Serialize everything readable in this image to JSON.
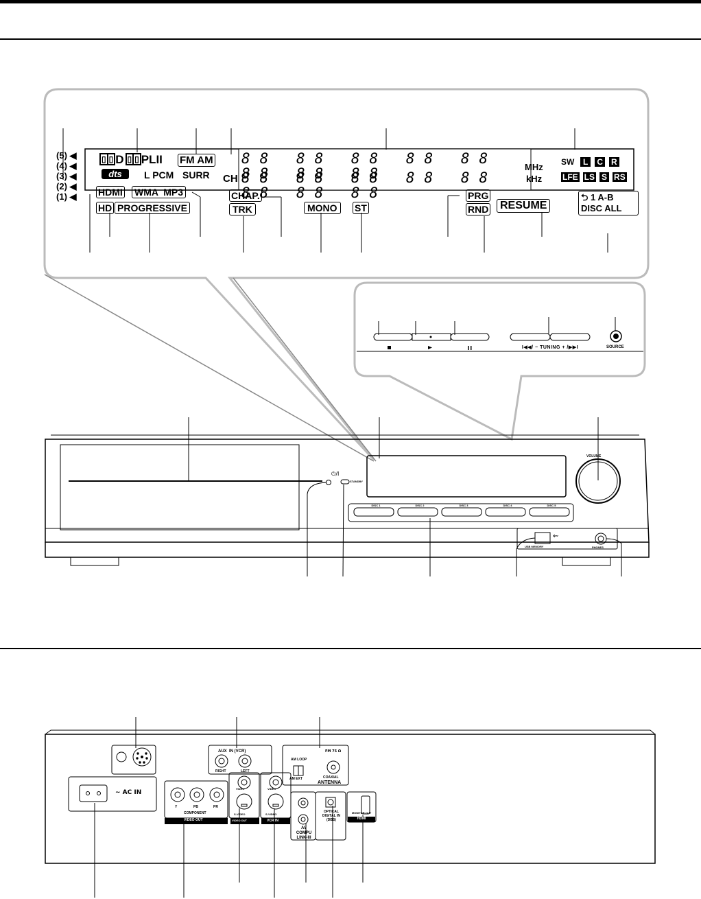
{
  "display": {
    "ind_digits": [
      "5",
      "4",
      "3",
      "2",
      "1"
    ],
    "dolby_d": "D",
    "dolby_pl": "PL",
    "dolby_pl_suffix": "II",
    "dts": "dts",
    "fm_am": "FM AM",
    "lpcm": "L PCM",
    "surr": "SURR",
    "ch": "CH",
    "hdmi": "HDMI",
    "wma_mp3": "WMA  MP3",
    "hd": "HD",
    "progressive": "PROGRESSIVE",
    "chap": "CHAP.",
    "trk": "TRK",
    "mono": "MONO",
    "st": "ST",
    "prg": "PRG",
    "rnd": "RND",
    "resume": "RESUME",
    "mhz": "MHz",
    "khz": "kHz",
    "seg_top": "88",
    "seg_bot": "88",
    "sw": "SW",
    "ch_l": "L",
    "ch_c": "C",
    "ch_r": "R",
    "ch_lfe": "LFE",
    "ch_ls": "LS",
    "ch_s": "S",
    "ch_rs": "RS",
    "repeat_1ab": "1 A-B",
    "disc_all": "DISC ALL"
  },
  "buttons_panel": {
    "tuning": "TUNING",
    "tuning_minus": "I◀◀/ −",
    "tuning_plus": "+ /▶▶I",
    "source": "SOURCE"
  },
  "front": {
    "volume": "VOLUME",
    "standby": "STANDBY",
    "power_symbol": "⏻/I",
    "discs": [
      "DISC 1",
      "DISC 2",
      "DISC 3",
      "DISC 4",
      "DISC 5"
    ],
    "usb": "USB MEMORY",
    "phones": "PHONES"
  },
  "rear": {
    "aux_title": "AUX  IN (VCR)",
    "aux_right": "RIGHT",
    "aux_left": "LEFT",
    "am_loop": "AM LOOP",
    "am_ext": "AM EXT",
    "fm": "FM 75 Ω",
    "coaxial": "COAXIAL",
    "antenna": "ANTENNA",
    "ac_in": "∼ AC IN",
    "comp_y": "Y",
    "comp_pb": "PB",
    "comp_pr": "PR",
    "component": "COMPONENT",
    "video_out": "VIDEO OUT",
    "video": "VIDEO",
    "svideo": "S-VIDEO",
    "vcr_in": "VCR IN",
    "av_compu_link": [
      "AV",
      "COMPU",
      "LINK-III"
    ],
    "optical": "OPTICAL",
    "digital_in": "DIGITAL IN",
    "dbs": "(DBS)",
    "monitor_out": "MONITOR OUT",
    "hdmi": "HDMI"
  },
  "colors": {
    "ink": "#000000",
    "panel_grey": "#bfbfbf",
    "line_grey": "#888888",
    "background": "#ffffff"
  }
}
